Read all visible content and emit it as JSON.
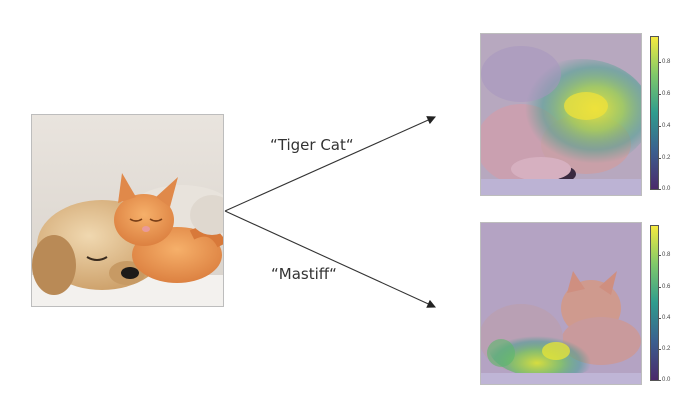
{
  "labels": {
    "top": "“Tiger Cat“",
    "bottom": "“Mastiff“"
  },
  "colorbar_ticks": [
    "0.8",
    "0.6",
    "0.4",
    "0.2",
    "0.0"
  ],
  "colors": {
    "colorbar_top": "#f5ea3f",
    "colorbar_mid": "#2f9c8e",
    "colorbar_bottom": "#4b2a6b"
  }
}
